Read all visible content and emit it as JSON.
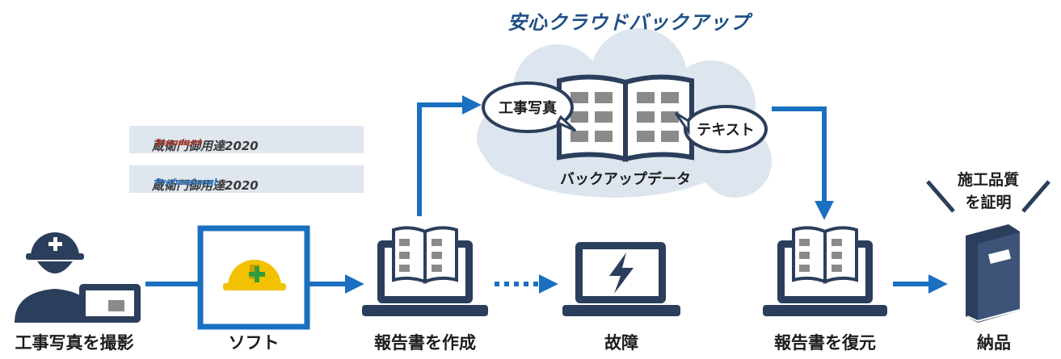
{
  "title": "安心クラウドバックアップ",
  "products": [
    {
      "name": "蔵衛門御用達2020",
      "edition": "Standard",
      "edition_color": "#c0392b"
    },
    {
      "name": "蔵衛門御用達2020",
      "edition": "Professional",
      "edition_color": "#2f7fd4"
    }
  ],
  "cloud": {
    "bubble_left": "工事写真",
    "bubble_right": "テキスト",
    "caption": "バックアップデータ"
  },
  "quality_label": {
    "line1": "施工品質",
    "line2": "を証明"
  },
  "steps": [
    {
      "label": "工事写真を撮影"
    },
    {
      "label": "ソフト"
    },
    {
      "label": "報告書を作成"
    },
    {
      "label": "故障"
    },
    {
      "label": "報告書を復元"
    },
    {
      "label": "納品"
    }
  ],
  "colors": {
    "navy": "#2b3e5c",
    "blue": "#1b6fc0",
    "cloud": "#dde5ee",
    "helmet": "#f2c100",
    "cross": "#2e9e3a"
  }
}
